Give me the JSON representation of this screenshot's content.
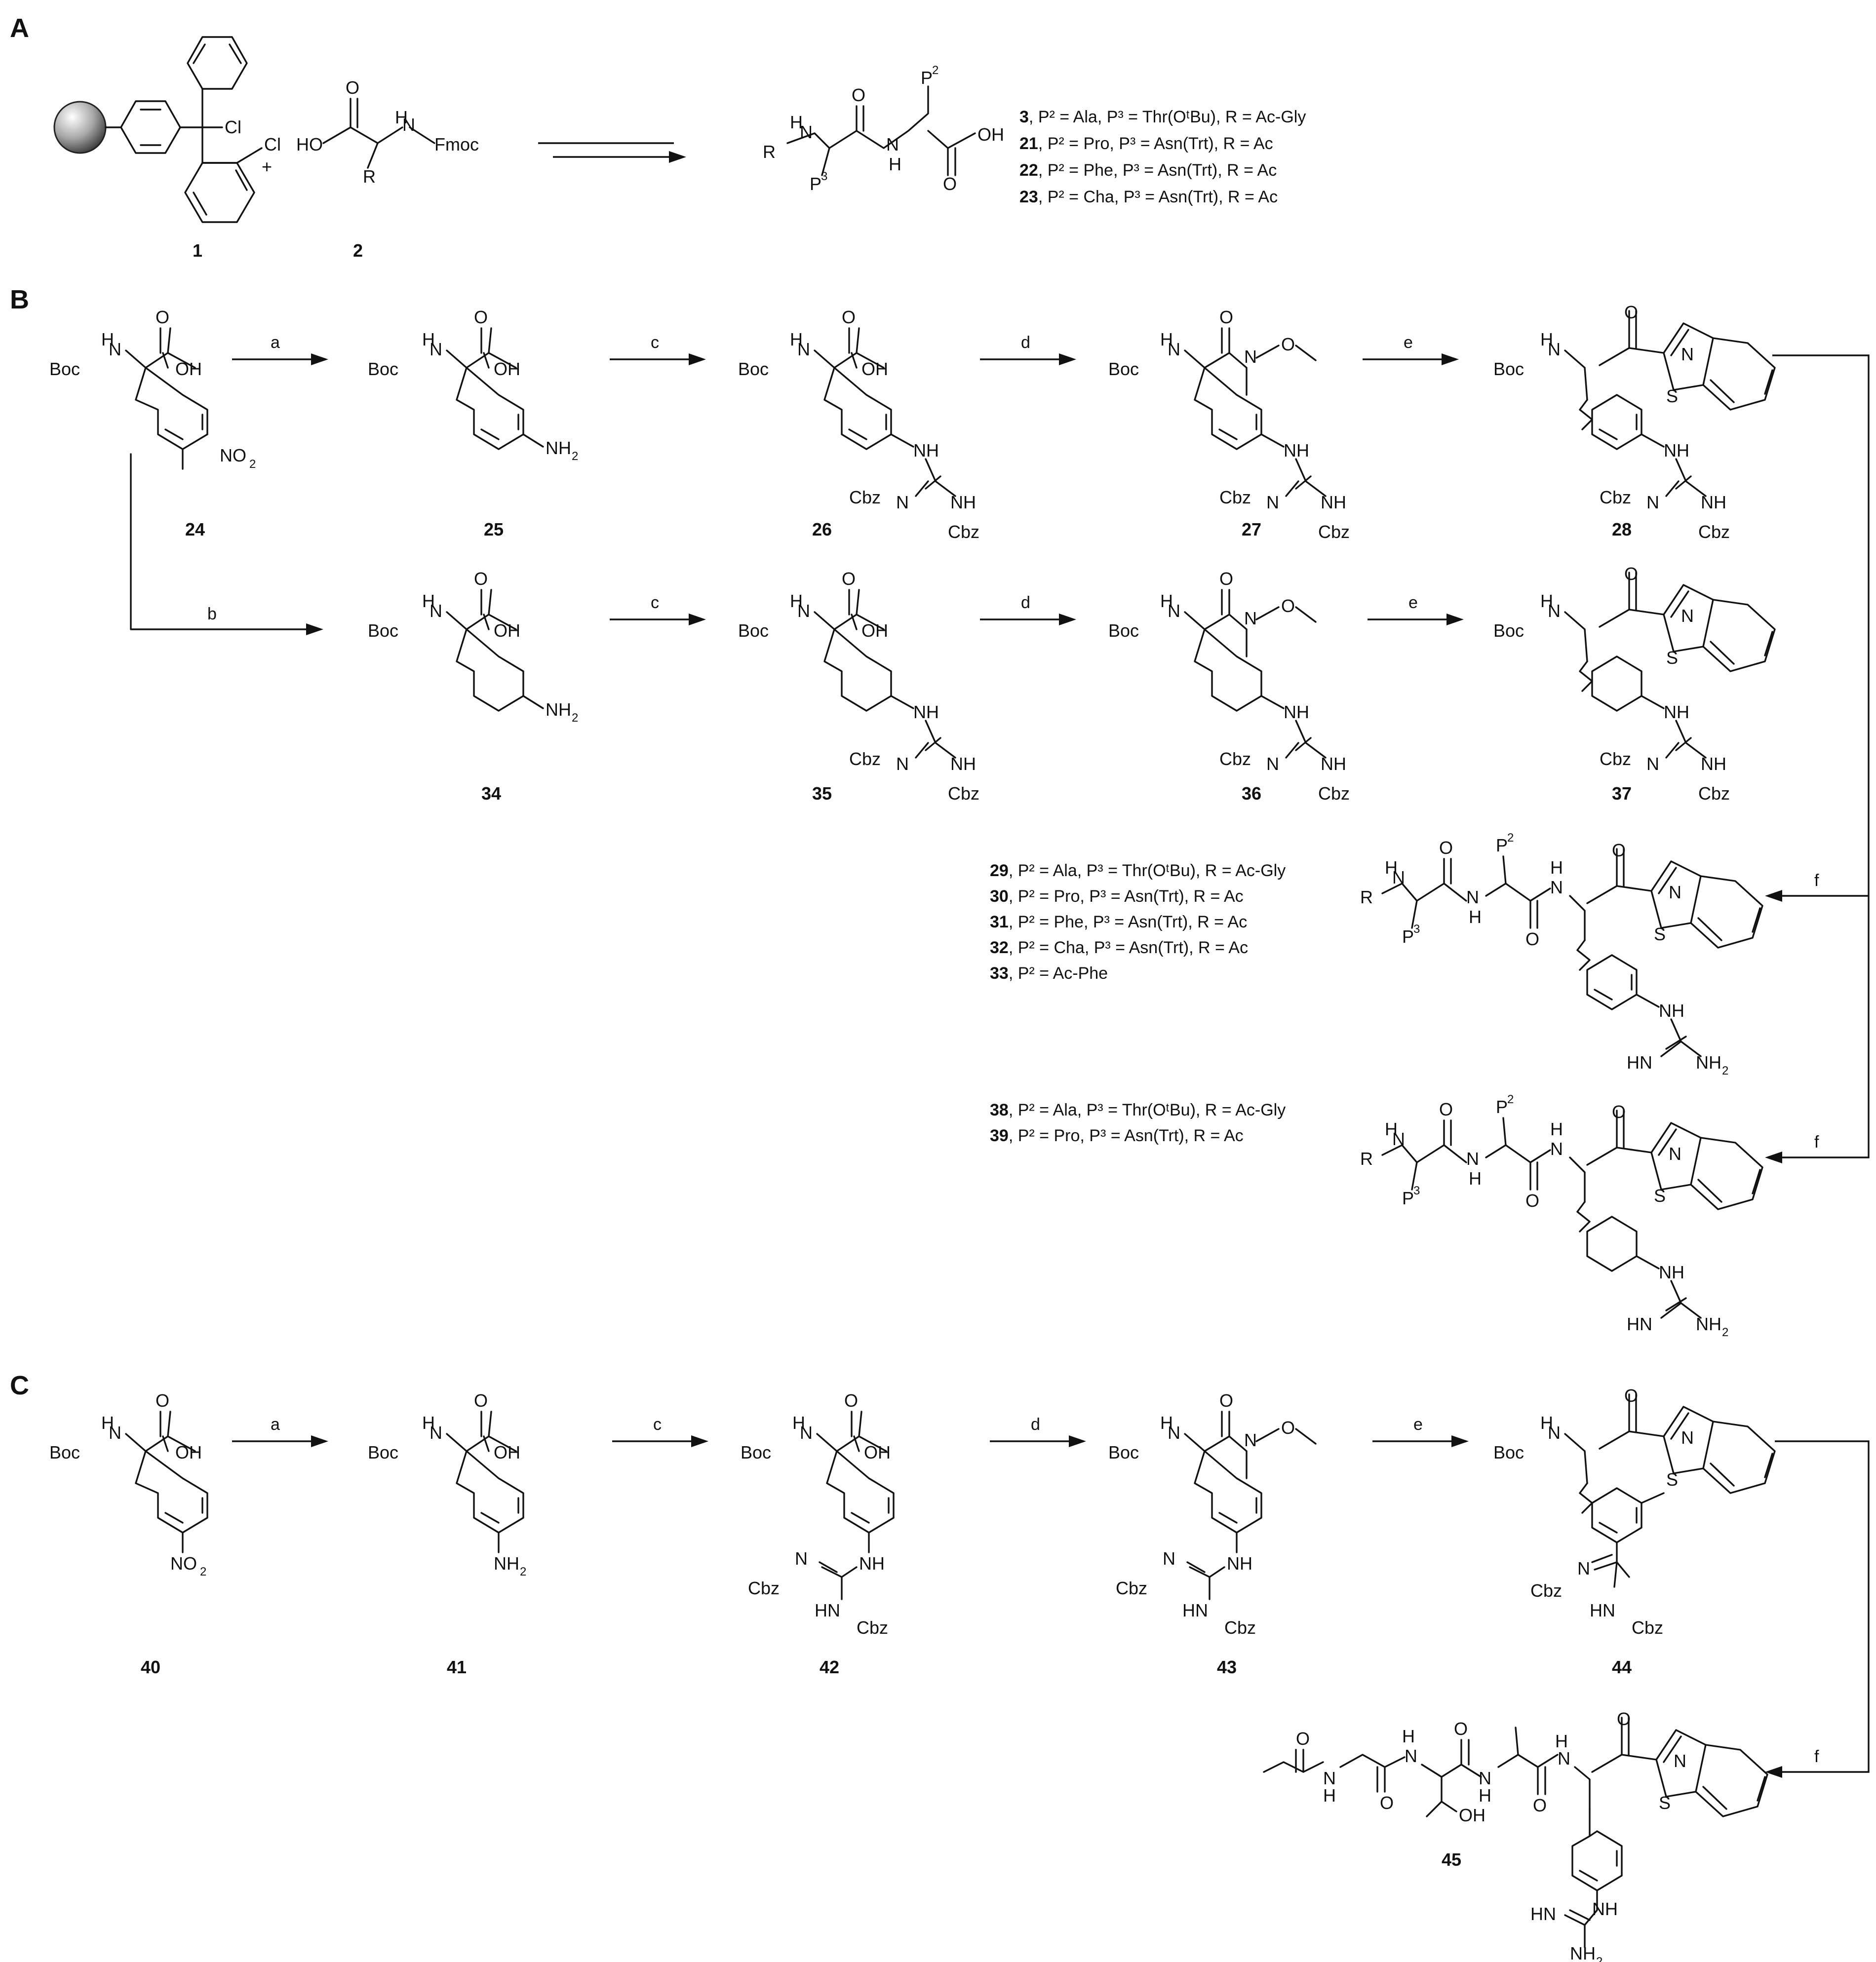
{
  "panels": [
    {
      "id": "A",
      "label": "A"
    },
    {
      "id": "B",
      "label": "B"
    },
    {
      "id": "C",
      "label": "C"
    }
  ],
  "compounds": {
    "c1": "1",
    "c2": "2",
    "c24": "24",
    "c25": "25",
    "c26": "26",
    "c27": "27",
    "c28": "28",
    "c34": "34",
    "c35": "35",
    "c36": "36",
    "c37": "37",
    "c40": "40",
    "c41": "41",
    "c42": "42",
    "c43": "43",
    "c44": "44",
    "c45": "45"
  },
  "steps": {
    "a": "a",
    "b": "b",
    "c": "c",
    "d": "d",
    "e": "e",
    "f": "f"
  },
  "atoms": {
    "Cl": "Cl",
    "plus": "+",
    "HO": "HO",
    "OH": "OH",
    "O": "O",
    "N": "N",
    "NH": "NH",
    "HN": "HN",
    "H": "H",
    "S": "S",
    "R": "R",
    "Fmoc": "Fmoc",
    "Boc": "Boc",
    "Cbz": "Cbz",
    "NH2": "NH",
    "sub2": "2",
    "NO2": "NO",
    "P": "P",
    "two": "2",
    "three": "3",
    "HNR": "R",
    "NHCbz": "NH",
    "OHthr": "OH"
  },
  "series_a": [
    {
      "num": "3",
      "text": ", P² = Ala, P³ = Thr(OᵗBu), R = Ac-Gly"
    },
    {
      "num": "21",
      "text": ", P² = Pro,  P³ = Asn(Trt), R = Ac"
    },
    {
      "num": "22",
      "text": ", P² = Phe, P³ = Asn(Trt), R = Ac"
    },
    {
      "num": "23",
      "text": ", P² = Cha, P³ = Asn(Trt), R = Ac"
    }
  ],
  "series_b1": [
    {
      "num": "29",
      "text": ", P² = Ala, P³ = Thr(OᵗBu), R = Ac-Gly"
    },
    {
      "num": "30",
      "text": ", P² = Pro, P³ = Asn(Trt), R = Ac"
    },
    {
      "num": "31",
      "text": ", P² = Phe, P³ = Asn(Trt), R = Ac"
    },
    {
      "num": "32",
      "text": ", P² = Cha, P³ = Asn(Trt), R = Ac"
    },
    {
      "num": "33",
      "text": ", P² = Ac-Phe"
    }
  ],
  "series_b2": [
    {
      "num": "38",
      "text": ", P² = Ala, P³ = Thr(OᵗBu), R = Ac-Gly"
    },
    {
      "num": "39",
      "text": ", P² = Pro, P³ = Asn(Trt), R = Ac"
    }
  ]
}
